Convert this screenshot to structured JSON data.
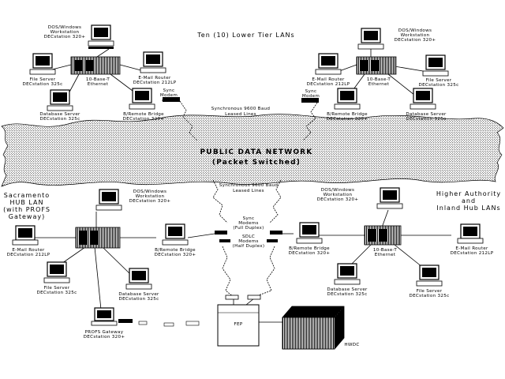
{
  "diagram": {
    "title": "Ten (10) Lower Tier LANs",
    "cloud_title": "PUBLIC  DATA  NETWORK",
    "cloud_subtitle": "(Packet Switched)",
    "top_link_label": [
      "Synchronous 9600 Baud",
      "Leased Lines"
    ],
    "bottom_link_label": [
      "Synchronous 9600 Baud",
      "Leased Lines"
    ],
    "top_left": {
      "workstation": [
        "DOS/Windows",
        "Workstation",
        "DECstation 320+"
      ],
      "file_server": [
        "File Server",
        "DECstation 325c"
      ],
      "hub": [
        "10-Base-T",
        "Ethernet"
      ],
      "mail_router": [
        "E-Mail Router",
        "DECstation 212LP"
      ],
      "database_server": [
        "Database Server",
        "DECstation 325c"
      ],
      "bridge": [
        "B/Remote Bridge",
        "DECstation 320+"
      ],
      "modem": [
        "Sync",
        "Modem"
      ]
    },
    "top_right": {
      "workstation": [
        "DOS/Windows",
        "Workstation",
        "DECstation 320+"
      ],
      "mail_router": [
        "E-Mail Router",
        "DECstation 212LP"
      ],
      "hub": [
        "10-Base-T",
        "Ethernet"
      ],
      "file_server": [
        "File Server",
        "DECstation 325c"
      ],
      "modem": [
        "Sync",
        "Modem"
      ],
      "bridge": [
        "B/Remote Bridge",
        "DECstation 320+"
      ],
      "database_server": [
        "Database Server",
        "DECstation 325c"
      ]
    },
    "sacramento": {
      "title": [
        "Sacramento",
        "HUB LAN",
        "(with PROFS",
        "Gateway)"
      ],
      "workstation": [
        "DOS/Windows",
        "Workstation",
        "DECstation 320+"
      ],
      "mail_router": [
        "E-Mail Router",
        "DECstation 212LP"
      ],
      "bridge": [
        "B/Remote Bridge",
        "DECstation 320+"
      ],
      "file_server": [
        "File Server",
        "DECstation 325c"
      ],
      "database_server": [
        "Database Server",
        "DECstation 325c"
      ],
      "gateway": [
        "PROFS Gateway",
        "DECstation 320+"
      ]
    },
    "higher_authority": {
      "title": [
        "Higher Authority",
        "and",
        "Inland Hub LANs"
      ],
      "workstation": [
        "DOS/Windows",
        "Workstation",
        "DECstation 320+"
      ],
      "bridge": [
        "B/Remote Bridge",
        "DECstation 320+"
      ],
      "hub": [
        "10-Base-T",
        "Ethernet"
      ],
      "mail_router": [
        "E-Mail Router",
        "DECstation 212LP"
      ],
      "database_server": [
        "Database Server",
        "DECstation 325c"
      ],
      "file_server": [
        "File Server",
        "DECstation 325c"
      ]
    },
    "center": {
      "sync_modems": [
        "Sync",
        "Modems",
        "(Full Duplex)"
      ],
      "sdlc_modems": [
        "SDLC",
        "Modems",
        "(Half Duplex)"
      ],
      "fep": "FEP",
      "hwdc": "HWDC"
    }
  }
}
